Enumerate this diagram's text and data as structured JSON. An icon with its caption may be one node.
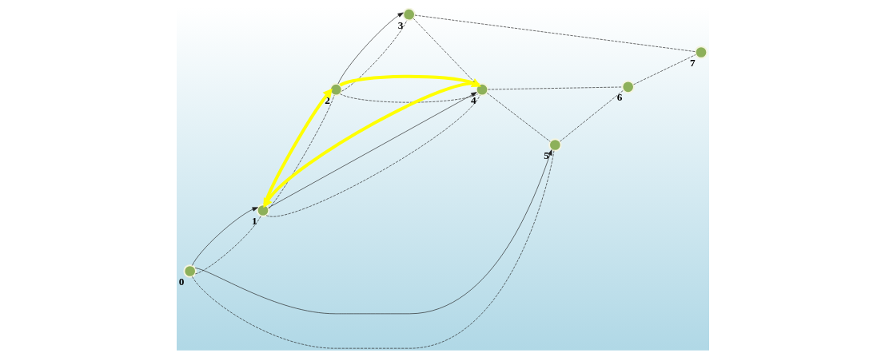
{
  "diagram": {
    "nodes": [
      {
        "text": [],
        "shape": "circle",
        "beside": [
          "0"
        ]
      },
      {
        "text": [],
        "shape": "circle",
        "beside": [
          "1"
        ]
      },
      {
        "text": [],
        "shape": "circle",
        "beside": [
          "2"
        ]
      },
      {
        "text": [],
        "shape": "circle",
        "beside": [
          "3"
        ]
      },
      {
        "text": [],
        "shape": "circle",
        "beside": [
          "4"
        ]
      },
      {
        "text": [],
        "shape": "circle",
        "beside": [
          "5"
        ]
      },
      {
        "text": [],
        "shape": "circle",
        "beside": [
          "6"
        ]
      },
      {
        "text": [],
        "shape": "circle",
        "beside": [
          "7"
        ]
      }
    ],
    "edges": [
      {
        "from": 0,
        "to": 1,
        "arrow": "none",
        "style": "dashed"
      },
      {
        "from": 0,
        "to": 5,
        "arrow": "none",
        "style": "dashed"
      },
      {
        "from": 1,
        "to": 2,
        "arrow": "none",
        "style": "dashed"
      },
      {
        "from": 1,
        "to": 4,
        "arrow": "none",
        "style": "dashed"
      },
      {
        "from": 2,
        "to": 3,
        "arrow": "none",
        "style": "dashed"
      },
      {
        "from": 2,
        "to": 4,
        "arrow": "none",
        "style": "dashed"
      },
      {
        "from": 3,
        "to": 4,
        "arrow": "none",
        "style": "dashed"
      },
      {
        "from": 3,
        "to": 7,
        "arrow": "none",
        "style": "dashed"
      },
      {
        "from": 4,
        "to": 5,
        "arrow": "none",
        "style": "dashed"
      },
      {
        "from": 4,
        "to": 6,
        "arrow": "none",
        "style": "dashed"
      },
      {
        "from": 5,
        "to": 6,
        "arrow": "none",
        "style": "dashed"
      },
      {
        "from": 6,
        "to": 7,
        "arrow": "none",
        "style": "dashed"
      },
      {
        "from": 0,
        "to": 1,
        "arrow": "to"
      },
      {
        "from": 0,
        "to": 5,
        "arrow": "to"
      },
      {
        "from": 1,
        "to": 4,
        "arrow": "to"
      },
      {
        "from": 2,
        "to": 3,
        "arrow": "to"
      },
      {
        "from": 1,
        "to": 2,
        "arrow": "to",
        "style": "thick",
        "color": "#ffff00"
      },
      {
        "from": 2,
        "to": 4,
        "arrow": "to",
        "style": "thick",
        "color": "#ffff00"
      },
      {
        "from": 4,
        "to": 1,
        "arrow": "to",
        "style": "thick",
        "color": "#ffff00"
      }
    ]
  }
}
